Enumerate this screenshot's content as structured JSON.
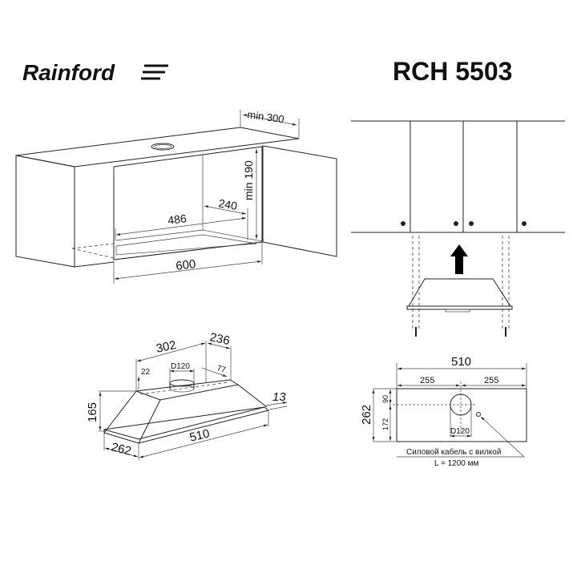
{
  "brand": "Rainford",
  "model": "RCH 5503",
  "cabinet_view": {
    "min_depth": "min 300",
    "min_height": "min 190",
    "depth_240": "240",
    "width_486": "486",
    "width_600": "600"
  },
  "hood_view": {
    "top_width": "302",
    "top_depth": "236",
    "duct": "D120",
    "offset_22": "22",
    "offset_77": "77",
    "height": "165",
    "lip": "13",
    "width": "510",
    "depth": "262"
  },
  "plan_view": {
    "width": "510",
    "half_left": "255",
    "half_right": "255",
    "depth": "262",
    "front_offset": "90",
    "rear_offset": "172",
    "duct": "D120",
    "cable_label": "Силовой кабель с вилкой",
    "cable_length": "L = 1200 мм"
  },
  "colors": {
    "line": "#222222",
    "arrow": "#000000"
  }
}
